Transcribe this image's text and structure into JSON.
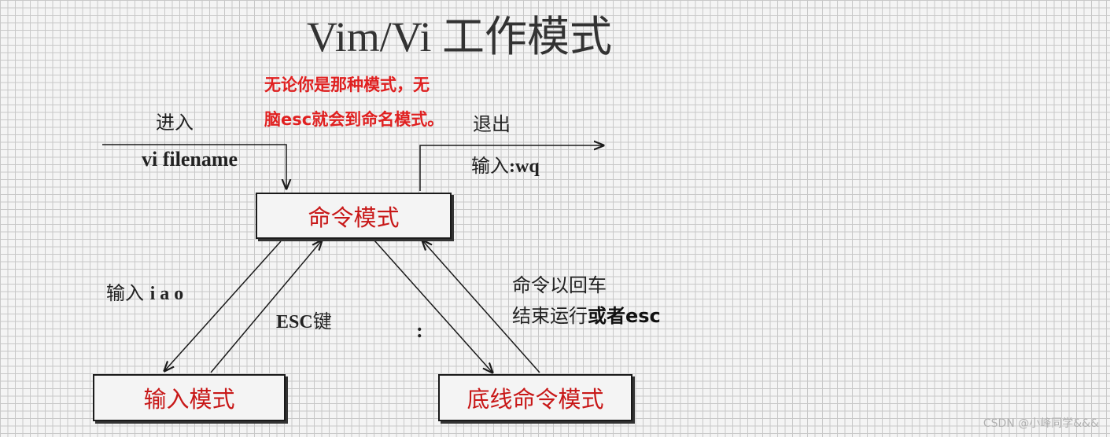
{
  "title": "Vim/Vi 工作模式",
  "note": {
    "line1": "无论你是那种模式，无",
    "line2": "脑esc就会到命名模式。"
  },
  "labels": {
    "enter": "进入",
    "vi_filename": "vi filename",
    "exit": "退出",
    "input_wq_prefix": "输入",
    "input_wq_cmd": ":wq",
    "input_iao_prefix": "输入",
    "input_iao_keys": "i a o",
    "esc_key_prefix": "ESC",
    "esc_key_suffix": "键",
    "colon": ":",
    "enter_line1": "命令以回车",
    "enter_line2_prefix": "结束运行",
    "enter_line2_bold": "或者esc"
  },
  "nodes": {
    "command_mode": "命令模式",
    "insert_mode": "输入模式",
    "last_line_mode": "底线命令模式"
  },
  "colors": {
    "mode_text": "#c81818",
    "note_text": "#e02020",
    "grid_line": "#c8c8c8",
    "background": "#f4f4f4"
  },
  "watermark": "CSDN @小峰同学&&&"
}
